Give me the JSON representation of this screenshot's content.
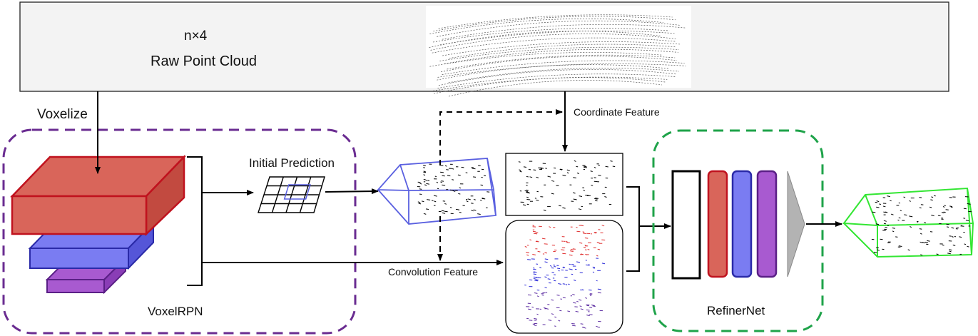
{
  "raw_cloud": {
    "dims": "n×4",
    "title": "Raw Point Cloud"
  },
  "labels": {
    "voxelize": "Voxelize",
    "voxelrpn": "VoxelRPN",
    "initial_prediction": "Initial Prediction",
    "coordinate_feature": "Coordinate Feature",
    "convolution_feature": "Convolution Feature",
    "refinernet": "RefinerNet"
  },
  "colors": {
    "voxelrpn_border": "#6a2c91",
    "refinernet_border": "#1fa34a",
    "block_red_fill": "#d9655a",
    "block_red_stroke": "#c0121e",
    "block_blue_fill": "#7a7cf2",
    "block_blue_stroke": "#2a2aa8",
    "block_purple_fill": "#a85ad0",
    "block_purple_stroke": "#5a1f86",
    "pred_box": "#5a60e0",
    "final_box": "#33e633",
    "feature_red": "#e03030",
    "feature_blue": "#2a2ad8",
    "feature_purple": "#5a2aa0"
  }
}
